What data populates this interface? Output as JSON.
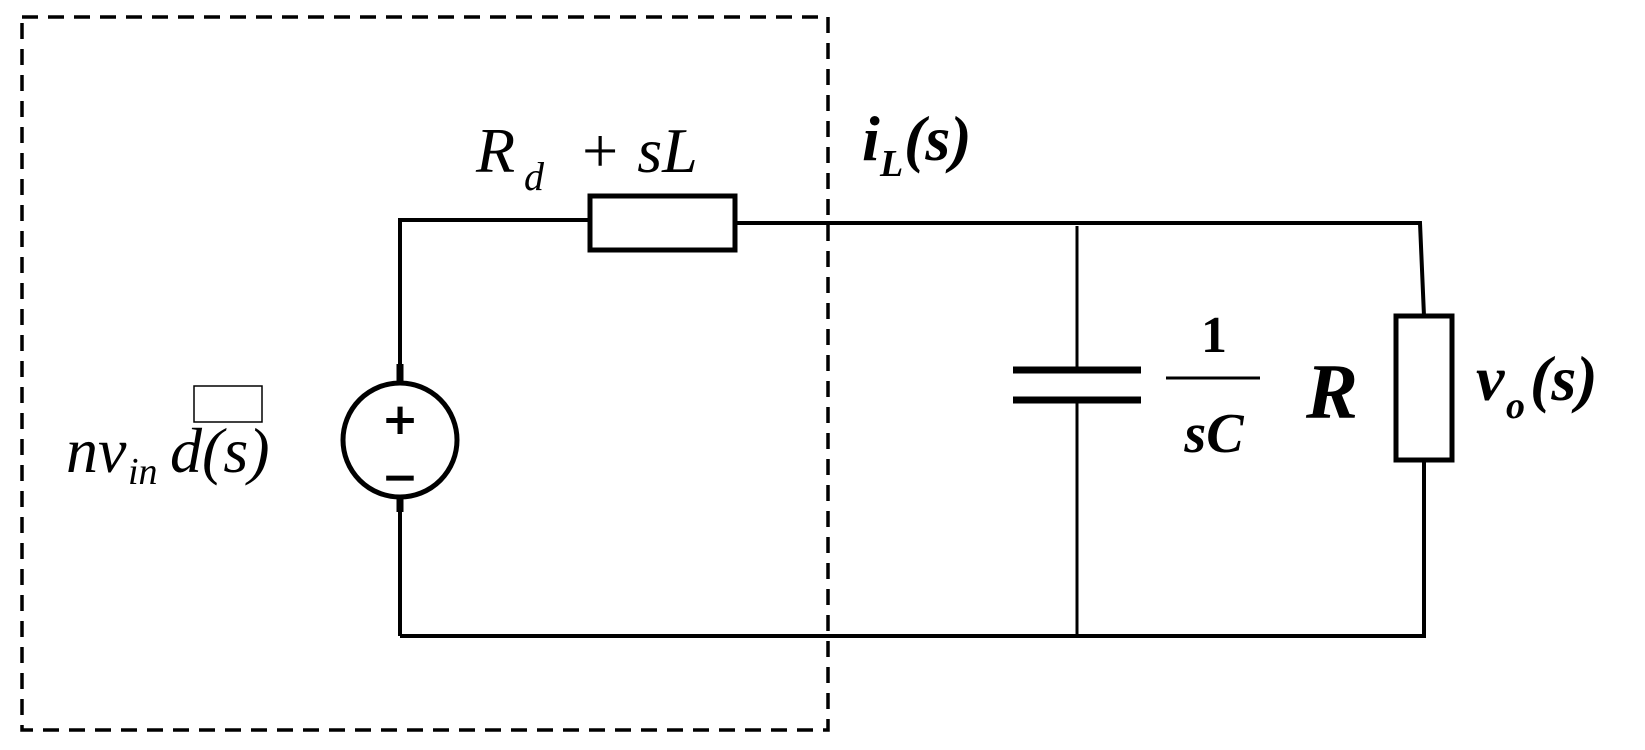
{
  "labels": {
    "impedance": {
      "main": "R",
      "sub": "d",
      "rest": "+ sL"
    },
    "inductor_current": {
      "main": "i",
      "sub": "L",
      "arg": "(s)"
    },
    "source": {
      "main": "nv",
      "sub": "in",
      "rest": "d(s)"
    },
    "capacitor": {
      "numerator": "1",
      "denominator": "sC"
    },
    "load": {
      "main": "R"
    },
    "output_voltage": {
      "main": "v",
      "sub": "o",
      "arg": "(s)"
    },
    "source_plus": "+",
    "source_minus": "−"
  }
}
